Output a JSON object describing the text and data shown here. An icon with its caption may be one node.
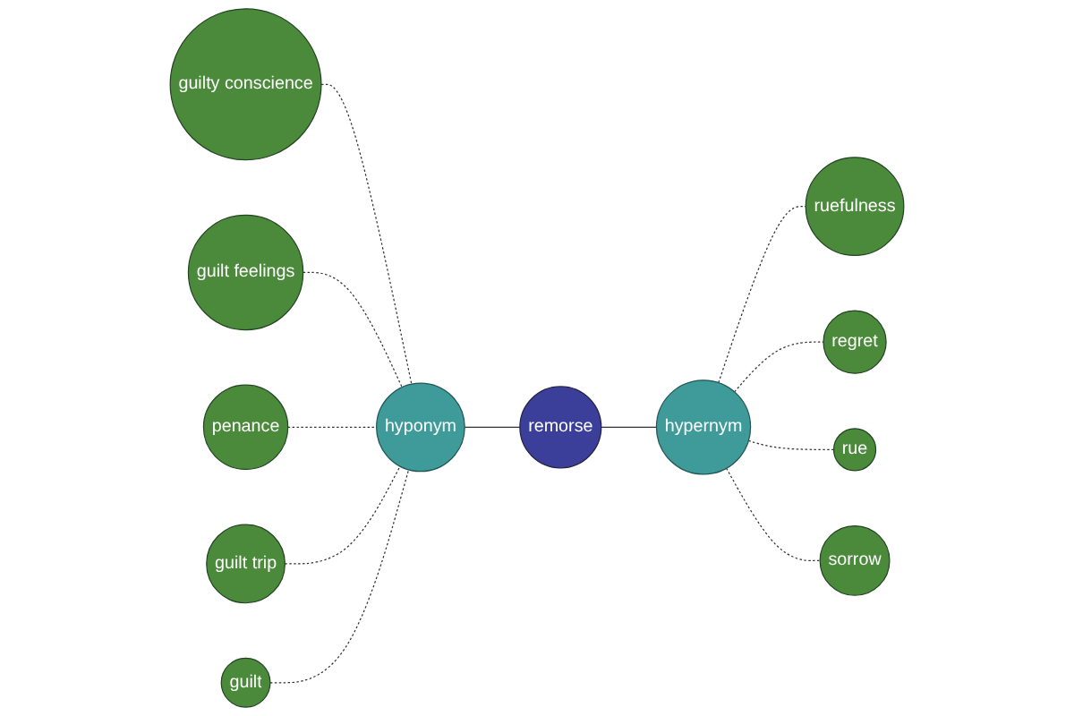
{
  "diagram": {
    "nodes": [
      {
        "text": [
          "remorse"
        ]
      },
      {
        "text": [
          "hyponym"
        ]
      },
      {
        "text": [
          "hypernym"
        ]
      },
      {
        "text": [
          "guilty conscience"
        ]
      },
      {
        "text": [
          "guilt feelings"
        ]
      },
      {
        "text": [
          "penance"
        ]
      },
      {
        "text": [
          "guilt trip"
        ]
      },
      {
        "text": [
          "guilt"
        ]
      },
      {
        "text": [
          "ruefulness"
        ]
      },
      {
        "text": [
          "regret"
        ]
      },
      {
        "text": [
          "rue"
        ]
      },
      {
        "text": [
          "sorrow"
        ]
      }
    ],
    "edges": [
      {
        "from": 1,
        "to": 0,
        "arrow": "none"
      },
      {
        "from": 0,
        "to": 2,
        "arrow": "none"
      },
      {
        "from": 3,
        "to": 1,
        "arrow": "none",
        "style": "dashed"
      },
      {
        "from": 4,
        "to": 1,
        "arrow": "none",
        "style": "dashed"
      },
      {
        "from": 5,
        "to": 1,
        "arrow": "none",
        "style": "dashed"
      },
      {
        "from": 6,
        "to": 1,
        "arrow": "none",
        "style": "dashed"
      },
      {
        "from": 7,
        "to": 1,
        "arrow": "none",
        "style": "dashed"
      },
      {
        "from": 2,
        "to": 8,
        "arrow": "none",
        "style": "dashed"
      },
      {
        "from": 2,
        "to": 9,
        "arrow": "none",
        "style": "dashed"
      },
      {
        "from": 2,
        "to": 10,
        "arrow": "none",
        "style": "dashed"
      },
      {
        "from": 2,
        "to": 11,
        "arrow": "none",
        "style": "dashed"
      }
    ]
  }
}
